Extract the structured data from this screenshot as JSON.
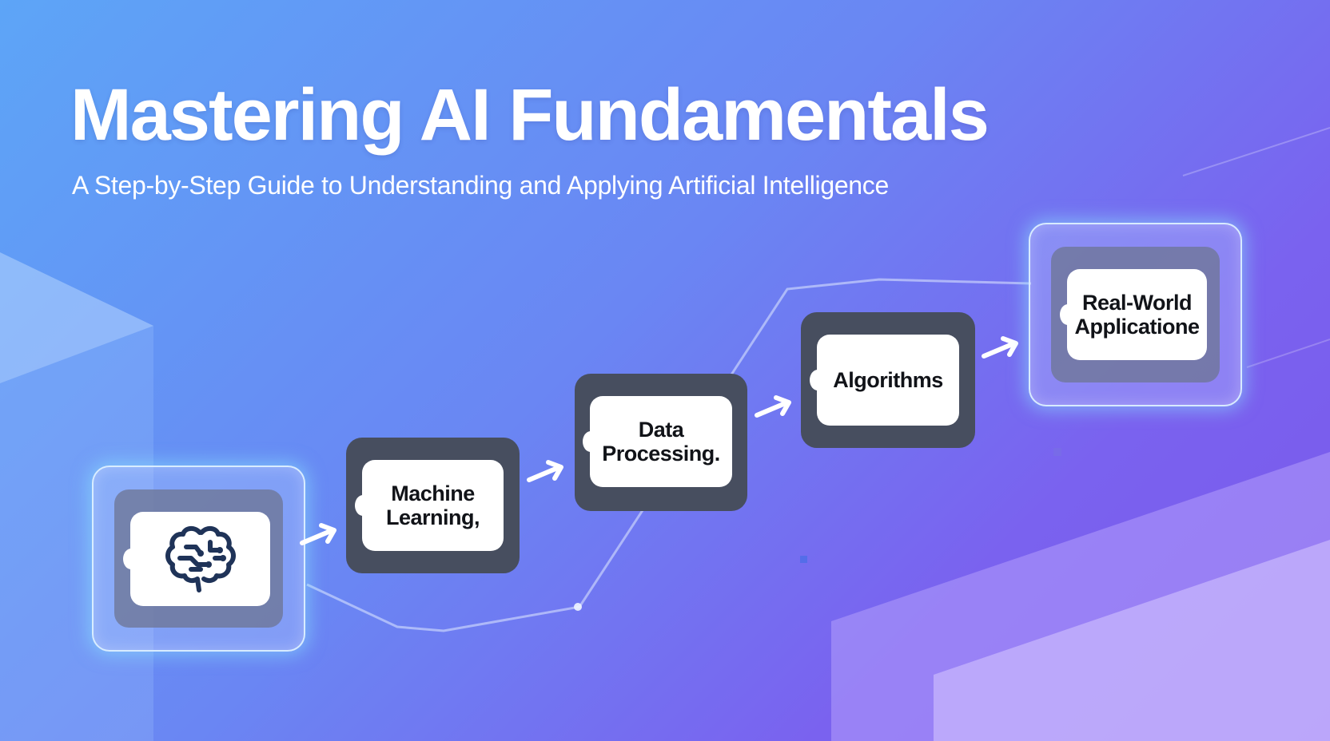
{
  "title": "Mastering AI Fundamentals",
  "subtitle": "A Step-by-Step Guide to Understanding and Applying Artificial Intelligence",
  "steps": [
    {
      "icon": "brain-icon"
    },
    {
      "label": "Machine\nLearning,"
    },
    {
      "label": "Data\nProcessing."
    },
    {
      "label": "Algorithms"
    },
    {
      "label": "Real-World\nApplicatione"
    }
  ],
  "colors": {
    "background_start": "#5da5f7",
    "background_end": "#7b58ea",
    "title_text": "#ffffff",
    "card_dark": "#474e5f",
    "card_white": "#ffffff",
    "brain_icon": "#1f3358",
    "glow": "#8ce6ff"
  }
}
